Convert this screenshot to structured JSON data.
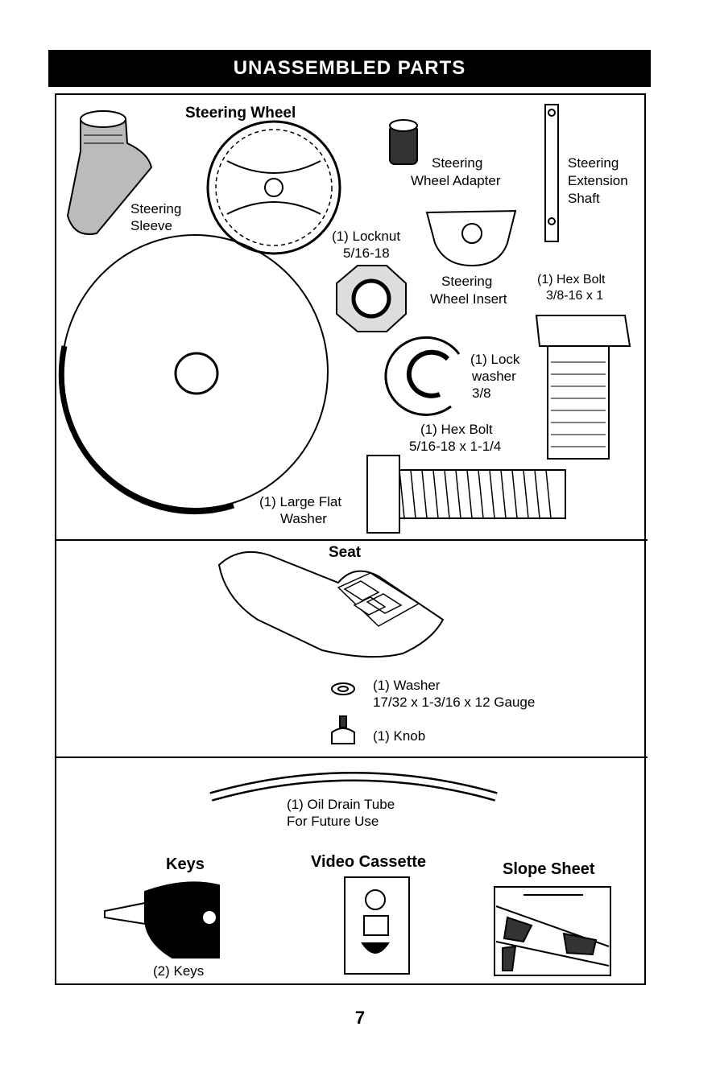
{
  "header": {
    "title": "UNASSEMBLED PARTS"
  },
  "parts": {
    "steering_wheel": "Steering Wheel",
    "steering_sleeve": [
      "Steering",
      "Sleeve"
    ],
    "steering_wheel_adapter": [
      "Steering",
      "Wheel Adapter"
    ],
    "steering_extension_shaft": [
      "Steering",
      "Extension",
      "Shaft"
    ],
    "locknut": [
      "(1) Locknut",
      "5/16-18"
    ],
    "steering_wheel_insert": [
      "Steering",
      "Wheel Insert"
    ],
    "hex_bolt_large": [
      "(1) Hex Bolt",
      "3/8-16 x 1"
    ],
    "lock_washer": [
      "(1) Lock",
      "washer",
      "3/8"
    ],
    "hex_bolt_small": [
      "(1) Hex Bolt",
      "5/16-18 x 1-1/4"
    ],
    "large_flat_washer": [
      "(1) Large Flat",
      "Washer"
    ],
    "seat": "Seat",
    "washer": [
      "(1) Washer",
      "17/32 x 1-3/16 x 12 Gauge"
    ],
    "knob": "(1) Knob",
    "oil_drain_tube": [
      "(1) Oil Drain Tube",
      "For Future Use"
    ],
    "keys_title": "Keys",
    "keys_caption": "(2) Keys",
    "video_cassette": "Video Cassette",
    "slope_sheet": "Slope Sheet"
  },
  "footer": {
    "page_number": "7"
  }
}
